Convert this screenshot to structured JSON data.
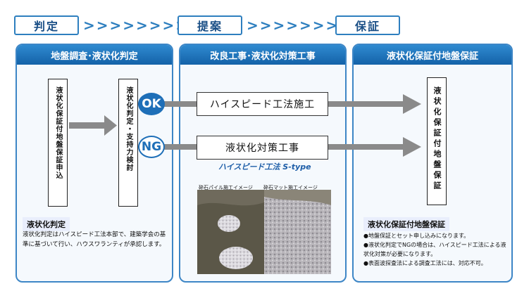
{
  "process": {
    "stages": [
      "判定",
      "提案",
      "保証"
    ],
    "chevrons": ">>>>>>>>"
  },
  "panels": {
    "left": {
      "title": "地盤調査･液状化判定",
      "box1": "液状化保証付地盤保証申込",
      "box2": "液状化判定・支持力検討",
      "note_title": "液状化判定",
      "note_text": "液状化判定はハイスピード工法本部で、建築学会の基準に基づいて行い、ハウスワランティが承認します。"
    },
    "middle": {
      "title": "改良工事･液状化対策工事",
      "ok_label": "OK",
      "ng_label": "NG",
      "ok_action": "ハイスピード工法施工",
      "ng_action": "液状化対策工事",
      "method": "ハイスピード工法 S-type",
      "photo1_caption": "砕石パイル施工イメージ",
      "photo2_caption": "砕石マット施工イメージ"
    },
    "right": {
      "title": "液状化保証付地盤保証",
      "box": "液状化保証付地盤保証",
      "note_title": "液状化保証付地盤保証",
      "notes": [
        "●地盤保証とセット申し込みになります。",
        "●液状化判定でNGの場合は、ハイスピード工法による液状化対策が必要になります。",
        "●表面波探査法による調査工法には、対応不可。"
      ]
    }
  },
  "colors": {
    "accent": "#1e6fb8",
    "ok": "#1e6fb8",
    "ng": "#ffffff",
    "arrow": "#8a8a8a"
  }
}
